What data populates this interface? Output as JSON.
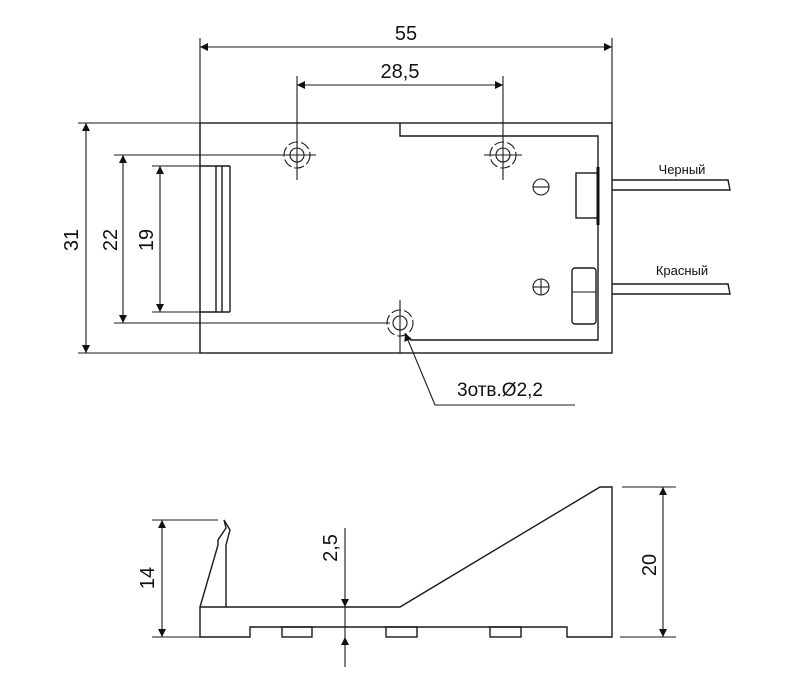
{
  "top_view": {
    "dim_width": "55",
    "dim_hole_spacing": "28,5",
    "dim_height": "31",
    "dim_inner": "22",
    "dim_slot": "19",
    "wire_black": "Черный",
    "wire_red": "Красный",
    "holes_note": "3отв.Ø2,2"
  },
  "side_view": {
    "dim_hook_height": "14",
    "dim_base_thickness": "2,5",
    "dim_total_height": "20"
  }
}
